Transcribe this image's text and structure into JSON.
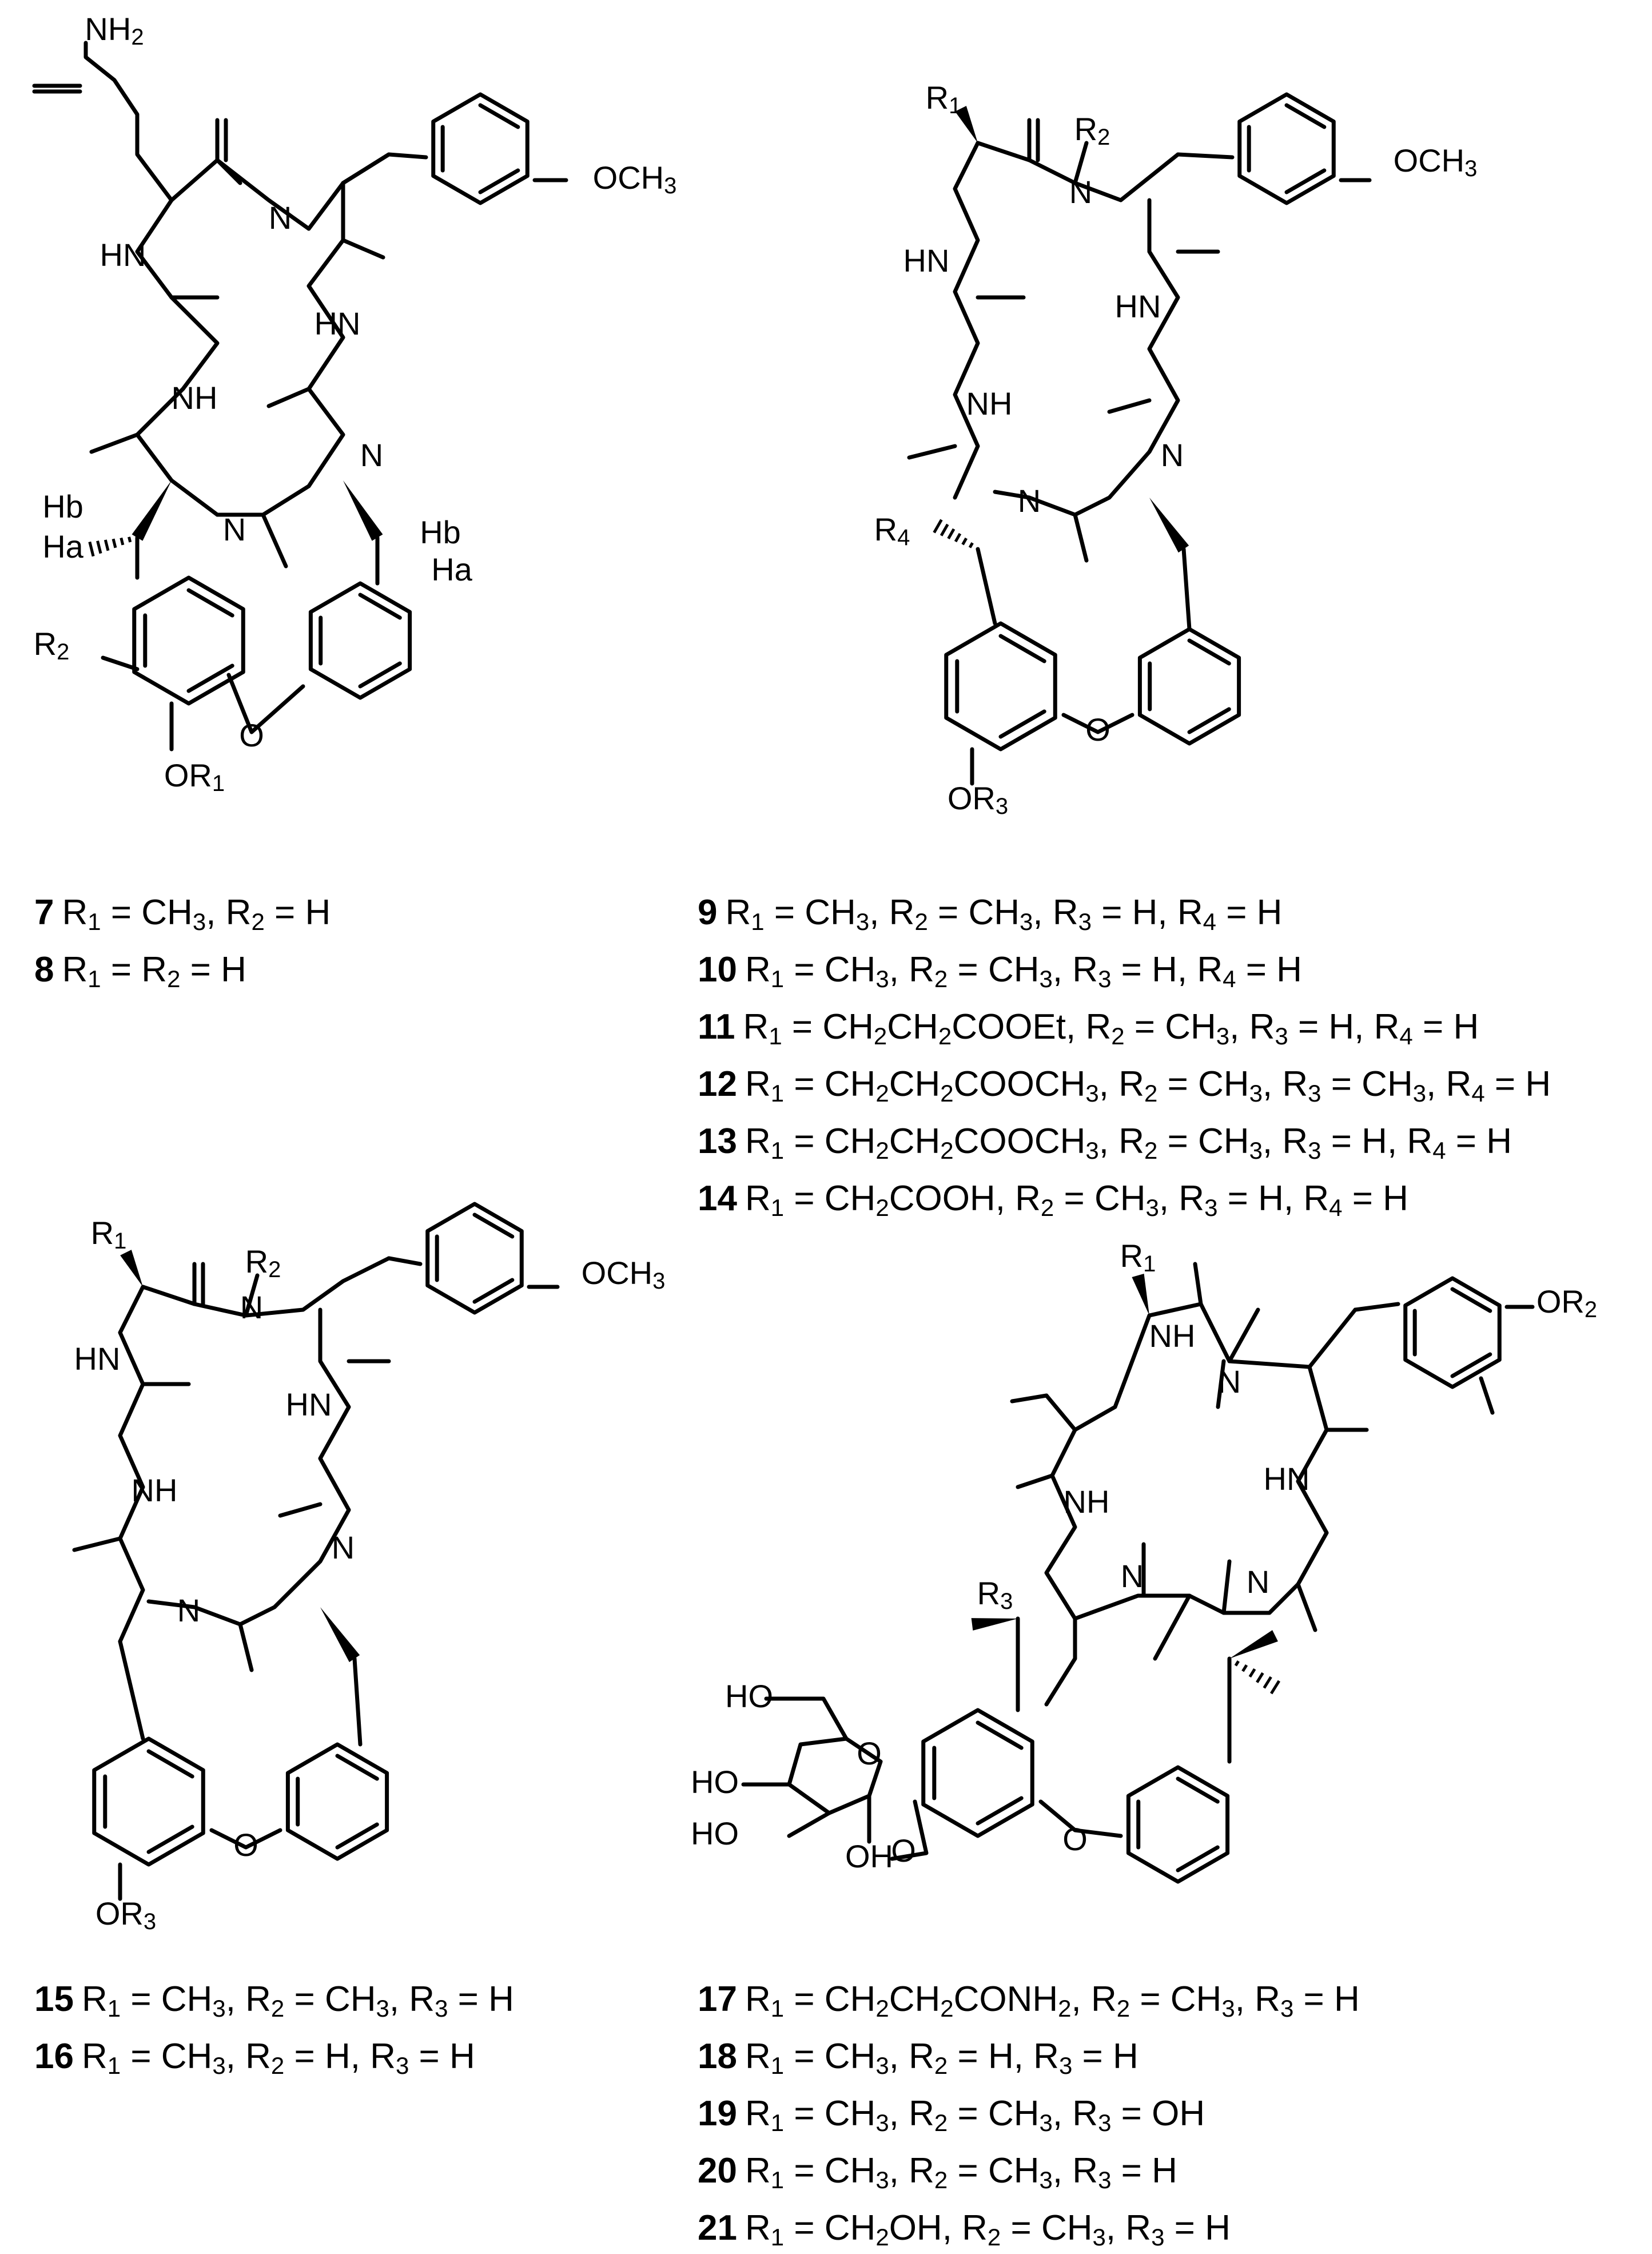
{
  "structures": [
    {
      "id": "A",
      "labels": {
        "nh2": "NH2",
        "och3": "OCH3",
        "hn1": "HN",
        "hn2": "HN",
        "nh": "NH",
        "n1": "N",
        "n2": "N",
        "n3": "N",
        "hb_left": "Hb",
        "ha_left": "Ha",
        "hb_right": "Hb",
        "ha_right": "Ha",
        "r2": "R2",
        "or1": "OR1",
        "o_ether": "O"
      },
      "captions": [
        {
          "num": "7",
          "text": "R1 = CH3, R2 = H"
        },
        {
          "num": "8",
          "text": "R1 = R2 = H"
        }
      ]
    },
    {
      "id": "B",
      "labels": {
        "r1": "R1",
        "r2": "R2",
        "och3": "OCH3",
        "hn1": "HN",
        "hn2": "HN",
        "nh": "NH",
        "n1": "N",
        "n2": "N",
        "n3": "N",
        "r4": "R4",
        "or3": "OR3",
        "o_ether": "O"
      },
      "captions": [
        {
          "num": "9",
          "text": "R1 = CH3, R2 = CH3, R3 = H, R4 = H"
        },
        {
          "num": "10",
          "text": "R1 = CH3, R2 = CH3, R3 = H, R4 = H"
        },
        {
          "num": "11",
          "text": "R1 = CH2CH2COOEt, R2 = CH3, R3 = H, R4 = H"
        },
        {
          "num": "12",
          "text": "R1 = CH2CH2COOCH3, R2 = CH3, R3 = CH3, R4 = H"
        },
        {
          "num": "13",
          "text": "R1 = CH2CH2COOCH3, R2 = CH3, R3 = H, R4 = H"
        },
        {
          "num": "14",
          "text": "R1 = CH2COOH, R2 = CH3, R3 = H, R4 = H"
        }
      ]
    },
    {
      "id": "C",
      "labels": {
        "r1": "R1",
        "r2": "R2",
        "och3": "OCH3",
        "hn1": "HN",
        "hn2": "HN",
        "nh": "NH",
        "n1": "N",
        "n2": "N",
        "n3": "N",
        "or3": "OR3",
        "o_ether": "O"
      },
      "captions": [
        {
          "num": "15",
          "text": "R1 = CH3, R2 = CH3, R3 = H"
        },
        {
          "num": "16",
          "text": "R1 = CH3, R2 = H, R3 = H"
        }
      ]
    },
    {
      "id": "D",
      "labels": {
        "r1": "R1",
        "or2": "OR2",
        "nh1": "NH",
        "nh2": "NH",
        "hn": "HN",
        "n1": "N",
        "n2": "N",
        "n3": "N",
        "r3": "R3",
        "ho1": "HO",
        "ho2": "HO",
        "ho3": "HO",
        "oh": "OH",
        "o_ring": "O",
        "o_glyc": "O",
        "o_ether": "O"
      },
      "captions": [
        {
          "num": "17",
          "text": "R1 = CH2CH2CONH2, R2 = CH3, R3 = H"
        },
        {
          "num": "18",
          "text": "R1 = CH3, R2 = H, R3 = H"
        },
        {
          "num": "19",
          "text": "R1 = CH3, R2 = CH3, R3 = OH"
        },
        {
          "num": "20",
          "text": "R1 = CH3, R2 = CH3, R3 = H"
        },
        {
          "num": "21",
          "text": "R1 = CH2OH, R2 = CH3, R3 = H"
        }
      ]
    }
  ]
}
